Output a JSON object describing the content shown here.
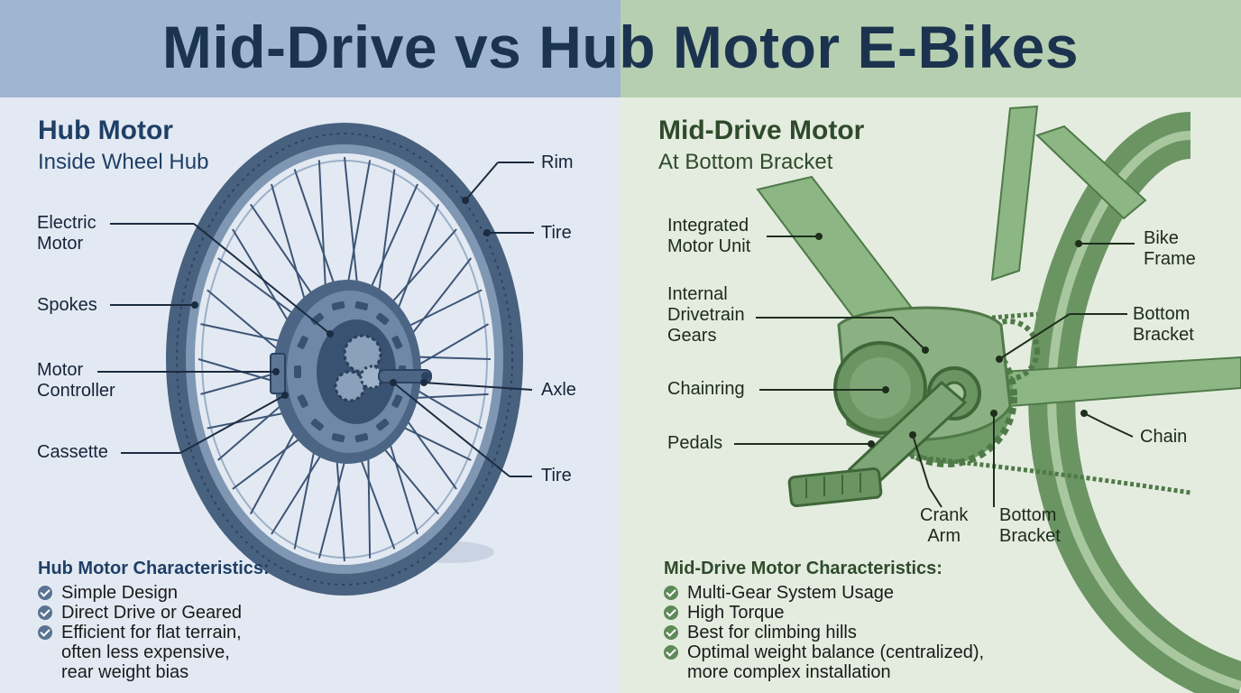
{
  "title": "Mid-Drive vs Hub Motor E-Bikes",
  "hub": {
    "heading": "Hub Motor",
    "subheading": "Inside Wheel Hub",
    "labels": {
      "rim": "Rim",
      "tire_top": "Tire",
      "electric_motor": "Electric\nMotor",
      "spokes": "Spokes",
      "motor_controller": "Motor\nController",
      "axle": "Axle",
      "cassette": "Cassette",
      "tire_bottom": "Tire"
    },
    "characteristics_title": "Hub Motor Characteristics:",
    "characteristics": [
      "Simple Design",
      "Direct Drive or Geared",
      "Efficient for flat terrain,\noften less expensive,\nrear weight bias"
    ]
  },
  "mid": {
    "heading": "Mid-Drive Motor",
    "subheading": "At Bottom Bracket",
    "labels": {
      "integrated_motor": "Integrated\nMotor Unit",
      "bike_frame": "Bike\nFrame",
      "internal_gears": "Internal\nDrivetrain\nGears",
      "bottom_bracket_right": "Bottom\nBracket",
      "chainring": "Chainring",
      "chain": "Chain",
      "pedals": "Pedals",
      "crank_arm": "Crank\nArm",
      "bottom_bracket_bottom": "Bottom\nBracket"
    },
    "characteristics_title": "Mid-Drive Motor Characteristics:",
    "characteristics": [
      "Multi-Gear System Usage",
      "High Torque",
      "Best for climbing hills",
      "Optimal weight balance (centralized),\nmore complex installation"
    ]
  },
  "colors": {
    "hub_accent": "#1f3f66",
    "mid_accent": "#2f4b2c",
    "hub_background": "#e3e9f2",
    "mid_background": "#e4ecdf"
  }
}
